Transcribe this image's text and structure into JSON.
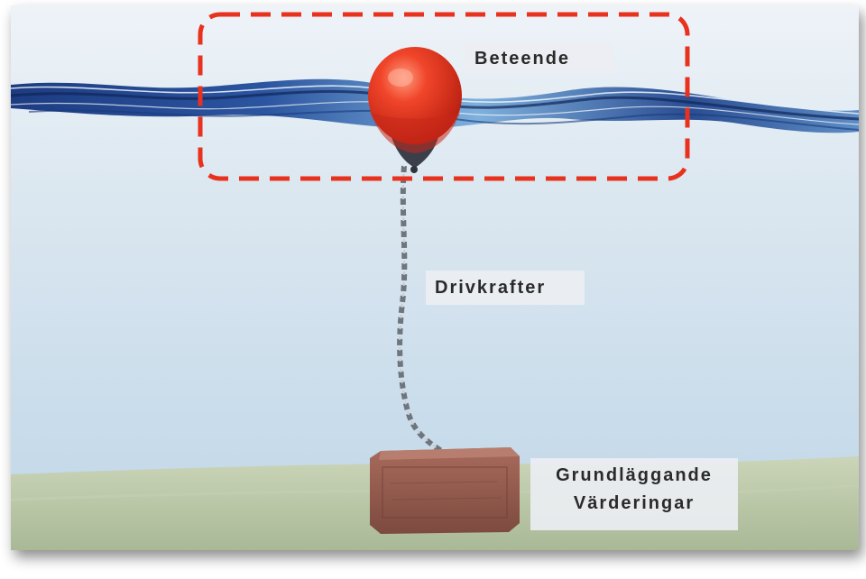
{
  "labels": {
    "behaviour": "Beteende",
    "drivers": "Drivkrafter",
    "values_line1": "Grundläggande",
    "values_line2": "Värderingar"
  },
  "colors": {
    "sky_top": "#e9eff5",
    "sky_bottom": "#c7dbe9",
    "water_dark": "#1e3a7a",
    "water_light": "#9fc4e4",
    "buoy": "#e2321f",
    "buoy_highlight": "#ff7a5c",
    "seabed": "#b9c6a8",
    "brick": "#9a5d4f",
    "chain": "#8a8f96",
    "highlight_box": "#e8321e"
  },
  "icons": {
    "buoy": "buoy-icon",
    "chain": "chain-icon",
    "brick": "brick-anchor-icon"
  }
}
